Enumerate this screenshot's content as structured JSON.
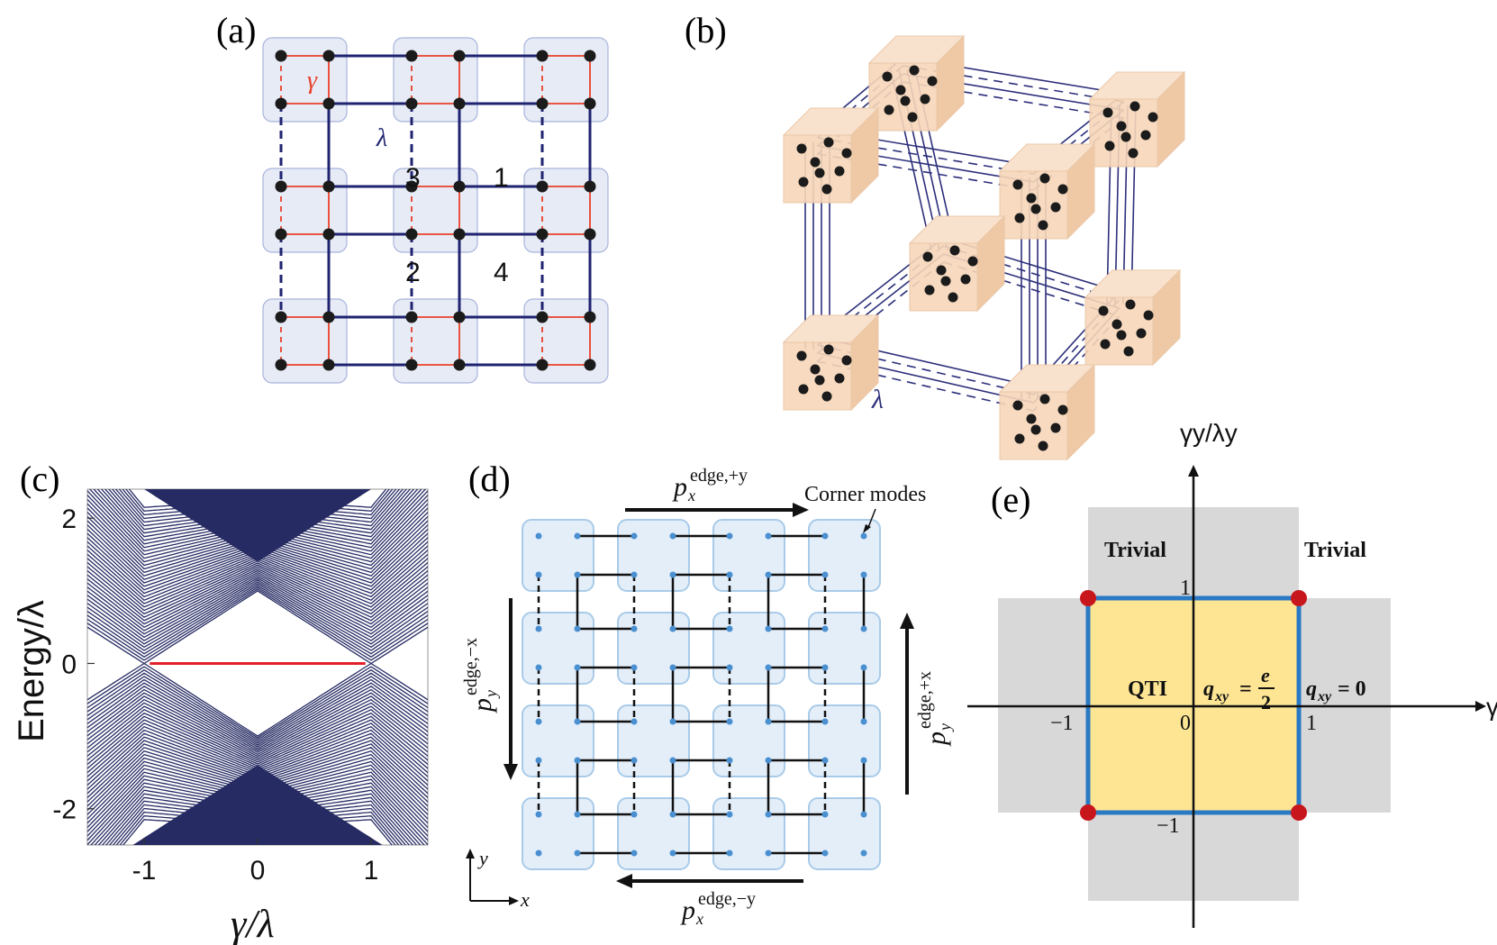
{
  "panels": [
    "(a)",
    "(b)",
    "(c)",
    "(d)",
    "(e)"
  ],
  "panel_a": {
    "gamma_label": "γ",
    "lambda_label": "λ",
    "site_labels": [
      "3",
      "1",
      "2",
      "4"
    ],
    "colors": {
      "intra": "#e8402a",
      "inter": "#1f2370",
      "cell": "#e7ebf6",
      "cell_border": "#a9b4dc",
      "site": "#1b1b1b"
    }
  },
  "panel_b": {
    "lambda_label": "λ",
    "colors": {
      "cube": "#f6d6b8",
      "bond": "#2c2f7a",
      "site": "#1b1b1b"
    }
  },
  "chart_data": {
    "type": "line",
    "xlabel": "γ/λ",
    "ylabel": "Energy/λ",
    "xlim": [
      -1.5,
      1.5
    ],
    "ylim": [
      -2.5,
      2.4
    ],
    "xticks": [
      "-1",
      "0",
      "1"
    ],
    "yticks": [
      "2",
      "0",
      "-2"
    ],
    "xtick_values": [
      -1,
      0,
      1
    ],
    "ytick_values": [
      2,
      0,
      -2
    ],
    "series": [
      {
        "color": "#262b63",
        "values": "bulk and edge bands |E| up to 2+|γ|"
      },
      {
        "color": "#e3202a",
        "x": [
          -0.95,
          0.95
        ],
        "y": [
          0,
          0
        ]
      }
    ]
  },
  "panel_d": {
    "top_arrow": "p",
    "top_sub": "x",
    "top_sup": "edge,+y",
    "bottom_sub": "x",
    "bottom_sup": "edge,−y",
    "left_sub": "y",
    "left_sup": "edge,−x",
    "right_sub": "y",
    "right_sup": "edge,+x",
    "p": "p",
    "corner_modes": "Corner modes",
    "axis_x": "x",
    "axis_y": "y",
    "colors": {
      "cell": "#e3eef9",
      "cell_border": "#a9cbe8",
      "site": "#4a8fd0",
      "bond": "#111111"
    }
  },
  "panel_e": {
    "y_axis": "γy/λy",
    "x_axis": "γx/λx",
    "trivial_left": "Trivial",
    "trivial_right": "Trivial",
    "qti": "QTI",
    "q_inside_lhs": "q",
    "q_inside_sub": "xy",
    "q_inside_eq": "=",
    "q_inside_num": "e",
    "q_inside_den": "2",
    "q_outside": "q",
    "q_outside_sub": "xy",
    "q_outside_rhs": "= 0",
    "tick_1x": "1",
    "tick_m1x": "−1",
    "tick_1y": "1",
    "tick_m1y": "−1",
    "origin": "0",
    "colors": {
      "qti": "#fde594",
      "trivial": "#d8d8d8",
      "border": "#2a79c4",
      "corner": "#c8161d"
    }
  }
}
